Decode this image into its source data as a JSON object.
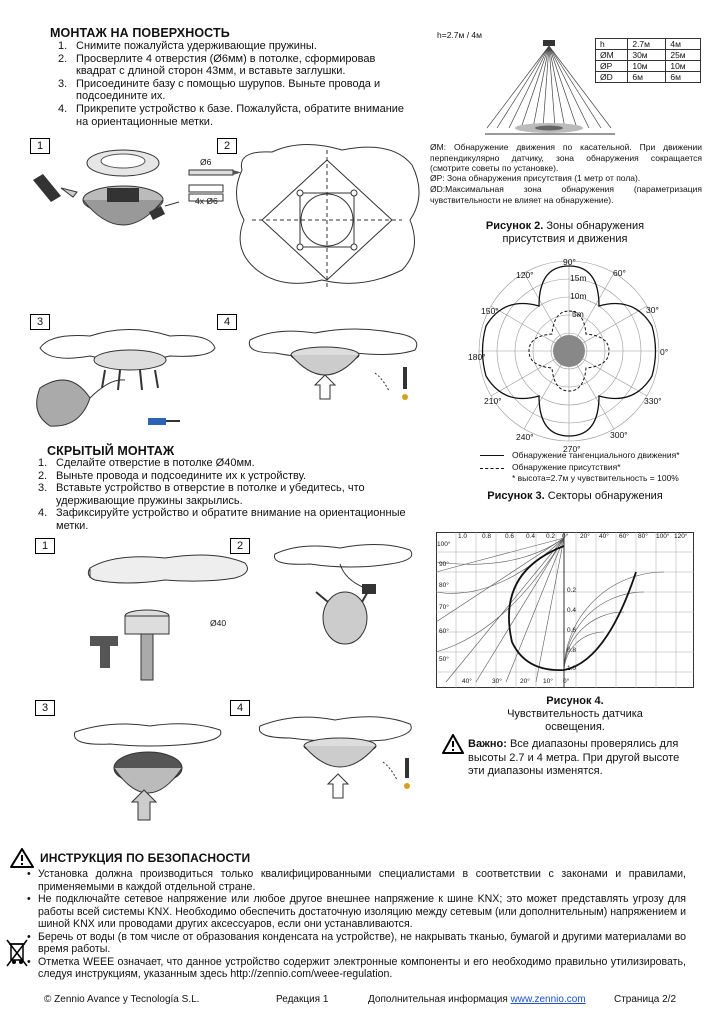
{
  "surface": {
    "title": "МОНТАЖ НА ПОВЕРХНОСТЬ",
    "steps": [
      {
        "n": "1.",
        "text": "Снимите пожалуйста удерживающие пружины."
      },
      {
        "n": "2.",
        "text": "Просверлите 4 отверстия (Ø6мм) в потолке, сформировав квадрат с длиной сторон 43мм, и вставьте заглушки."
      },
      {
        "n": "3.",
        "text": "Присоедините базу с помощью шурупов. Выньте провода и подсоедините их."
      },
      {
        "n": "4.",
        "text": "Прикрепите устройство к базе. Пожалуйста, обратите внимание на ориентационные метки."
      }
    ],
    "fig_labels": [
      "1",
      "2",
      "3",
      "4"
    ],
    "drill_label": "Ø6",
    "plugs_label": "4x Ø6"
  },
  "hidden": {
    "title": "СКРЫТЫЙ МОНТАЖ",
    "steps": [
      {
        "n": "1.",
        "text": "Сделайте отверстие в потолке Ø40мм."
      },
      {
        "n": "2.",
        "text": "Выньте провода и подсоедините их к устройству."
      },
      {
        "n": "3.",
        "text": "Вставьте устройство в отверстие в потолке и убедитесь, что удерживающие пружины закрылись."
      },
      {
        "n": "4.",
        "text": "Зафиксируйте устройство и обратите внимание на ориентационные метки."
      }
    ],
    "fig_labels": [
      "1",
      "2",
      "3",
      "4"
    ],
    "hole_label": "Ø40"
  },
  "fig1": {
    "height_label": "h=2.7м / 4м",
    "table": [
      [
        "h",
        "2.7м",
        "4м"
      ],
      [
        "ØM",
        "30м",
        "25м"
      ],
      [
        "ØP",
        "10м",
        "10м"
      ],
      [
        "ØD",
        "6м",
        "6м"
      ]
    ],
    "desc_m": "ØM: Обнаружение движения по касательной. При движении перпендикулярно датчику, зона обнаружения сокращается (смотрите советы по установке).",
    "desc_p": "ØP: Зона обнаружения присутствия (1 метр от пола).",
    "desc_d": "ØD:Максимальная зона обнаружения (параметризация чувствительности не влияет на обнаружение).",
    "caption_bold": "Рисунок 2.",
    "caption_text": "Зоны обнаружения присутствия и движения"
  },
  "fig3": {
    "angles": [
      "90°",
      "60°",
      "30°",
      "0°",
      "330°",
      "300°",
      "270°",
      "240°",
      "210°",
      "180°",
      "150°",
      "120°"
    ],
    "rings": [
      "15m",
      "10m",
      "5m"
    ],
    "legend_tangent": "Обнаружение тангенциального движения*",
    "legend_presence": "Обнаружение присутствия*",
    "legend_note": "* высота=2.7м у чувствительность = 100%",
    "caption_bold": "Рисунок 3.",
    "caption_text": "Секторы обнаружения"
  },
  "fig4": {
    "top_left_labels": [
      "1.0",
      "0.8",
      "0.6",
      "0.4",
      "0.2"
    ],
    "top_right_labels": [
      "0°",
      "20°",
      "40°",
      "60°",
      "80°",
      "100°",
      "120°"
    ],
    "left_labels": [
      "100°",
      "90°",
      "80°",
      "70°",
      "60°",
      "50°"
    ],
    "bottom_labels": [
      "40°",
      "30°",
      "20°",
      "10°",
      "0°"
    ],
    "center_labels": [
      "0.2",
      "0.4",
      "0.6",
      "0.8",
      "1.0"
    ],
    "caption_bold": "Рисунок 4.",
    "caption_text": "Чувствительность датчика освещения."
  },
  "important": {
    "bold": "Важно:",
    "text": "Все диапазоны проверялись для высоты 2.7 и 4 метра. При другой высоте эти диапазоны изменятся."
  },
  "safety": {
    "title": "ИНСТРУКЦИЯ ПО БЕЗОПАСНОСТИ",
    "items": [
      "Установка должна производиться только квалифицированными специалистами в соответствии с законами и правилами, применяемыми в каждой отдельной стране.",
      "Не подключайте сетевое напряжение или любое другое внешнее напряжение к шине KNX; это может представлять угрозу для работы всей системы KNX. Необходимо обеспечить достаточную изоляцию между сетевым (или дополнительным) напряжением и шиной KNX или проводами других аксессуаров, если они устанавливаются.",
      "Беречь от воды (в том числе от образования конденсата на устройстве), не накрывать тканью, бумагой и другими материалами во время работы.",
      "Отметка WEEE означает, что данное устройство содержит электронные компоненты и его необходимо правильно утилизировать, следуя инструкциям, указанным здесь http://zennio.com/weee-regulation."
    ]
  },
  "footer": {
    "copyright": "© Zennio Avance y Tecnología S.L.",
    "edition": "Редакция 1",
    "more_info": "Дополнительная информация",
    "link": "www.zennio.com",
    "page": "Страница 2/2"
  }
}
